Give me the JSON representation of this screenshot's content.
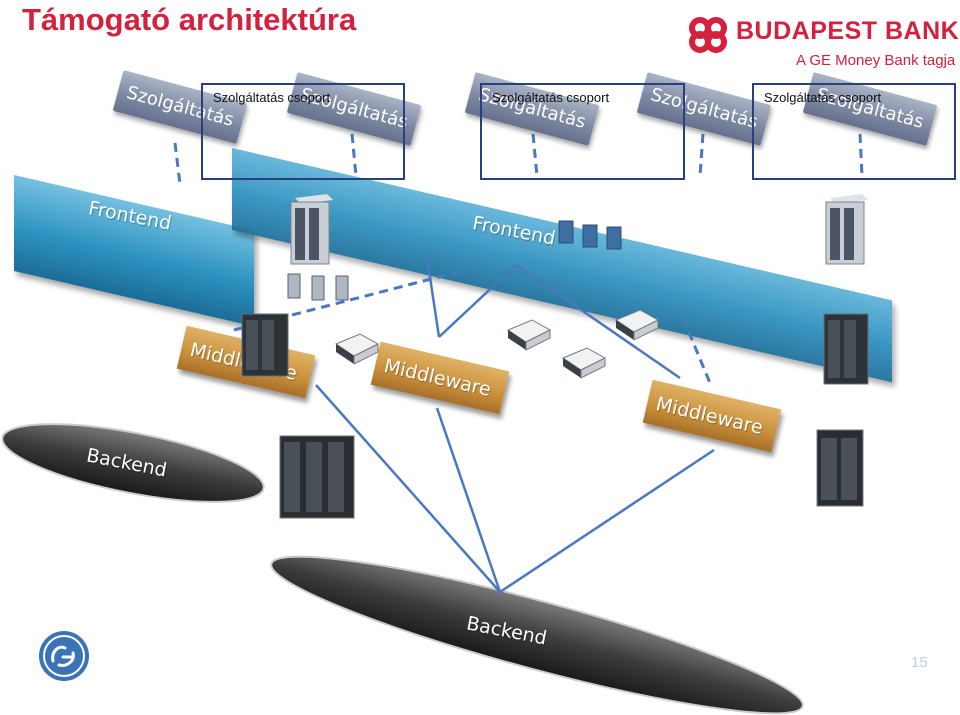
{
  "title": "Támogató architektúra",
  "brand": {
    "name": "BUDAPEST BANK",
    "tagline": "A GE Money Bank tagja",
    "color": "#d4213d",
    "logo_icon": "budapest-bank-knot-icon",
    "ge_logo_icon": "ge-monogram-icon"
  },
  "service_groups": [
    {
      "label": "Szolgáltatás csoport"
    },
    {
      "label": "Szolgáltatás csoport"
    },
    {
      "label": "Szolgáltatás csoport"
    }
  ],
  "services": [
    {
      "label": "Szolgáltatás"
    },
    {
      "label": "Szolgáltatás"
    },
    {
      "label": "Szolgáltatás"
    },
    {
      "label": "Szolgáltatás"
    },
    {
      "label": "Szolgáltatás"
    }
  ],
  "frontends": [
    {
      "label": "Frontend"
    },
    {
      "label": "Frontend"
    }
  ],
  "middlewares": [
    {
      "label": "Middleware"
    },
    {
      "label": "Middleware"
    },
    {
      "label": "Middleware"
    }
  ],
  "backends": [
    {
      "label": "Backend"
    },
    {
      "label": "Backend"
    }
  ],
  "colors": {
    "service": "#7e8aa4",
    "frontend": "#2e93c1",
    "middleware": "#c98f3a",
    "backend": "#3a3a3a",
    "connector": "#4a78c0",
    "group_border": "#2b3f7e"
  },
  "page_number": "15"
}
